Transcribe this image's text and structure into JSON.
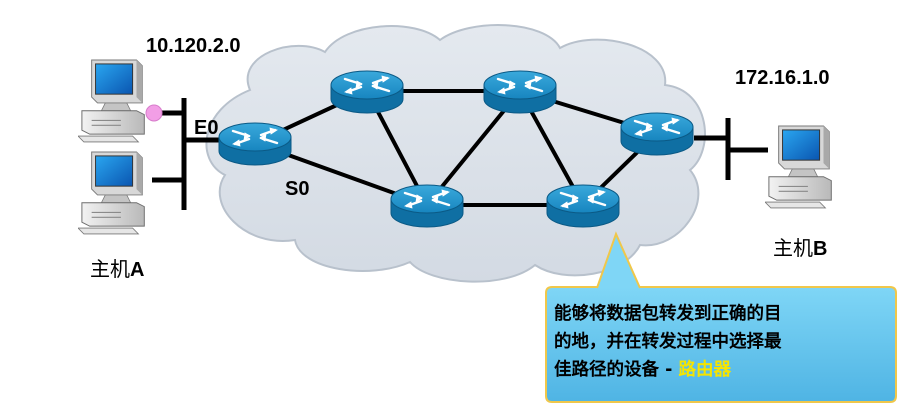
{
  "networks": {
    "left": "10.120.2.0",
    "right": "172.16.1.0"
  },
  "ports": {
    "ethernet": "E0",
    "serial": "S0"
  },
  "hosts": {
    "a": {
      "prefix": "主机",
      "letter": "A"
    },
    "b": {
      "prefix": "主机",
      "letter": "B"
    }
  },
  "callout": {
    "line1": "能够将数据包转发到正确的目",
    "line2": "的地，并在转发过程中选择最",
    "line3_prefix": "佳路径的设备 - ",
    "line3_highlight": "路由器"
  },
  "colors": {
    "cloud": "#dde3eb",
    "router": "#1a8fc9",
    "callout_fill": "#66c8ee",
    "callout_border": "#f0c74a",
    "highlight_text": "#f5e400",
    "interface_dot": "#f29ee6"
  },
  "icons": {
    "router": "router-icon",
    "computer": "desktop-computer-icon"
  }
}
